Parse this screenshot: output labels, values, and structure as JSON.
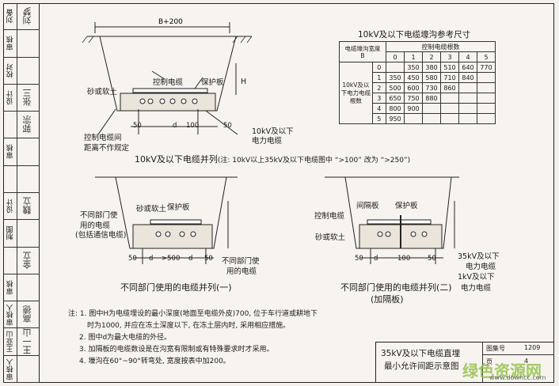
{
  "sidebar": [
    {
      "label": "刘备",
      "sign": "刘梦"
    },
    {
      "label": "审核",
      "sign": ""
    },
    {
      "label": "校对",
      "sign": ""
    },
    {
      "label": "设计",
      "sign": "张三"
    },
    {
      "label": "",
      "sign": "郭宗"
    },
    {
      "label": "审核",
      "sign": ""
    },
    {
      "label": "",
      "sign": ""
    },
    {
      "label": "设计",
      "sign": "魏立"
    },
    {
      "label": "制图",
      "sign": ""
    },
    {
      "label": "",
      "sign": "金立"
    },
    {
      "label": "审核",
      "sign": ""
    },
    {
      "label": "审核人",
      "sign": "高德"
    },
    {
      "label": "王亚山",
      "sign": "王一山"
    },
    {
      "label": "审核人",
      "sign": ""
    }
  ],
  "diagram1": {
    "top_dim": "B+200",
    "label_sand": "砂或软土",
    "label_control": "控制电缆",
    "label_protect": "保护板",
    "label_h": "H",
    "label_cable_1": "10kV及以下",
    "label_cable_2": "电力电缆",
    "label_spacing_1": "控制电缆间",
    "label_spacing_2": "距离不作规定",
    "dim_50": "50",
    "dim_d": "d",
    "dim_100": "100",
    "caption": "10kV及以下电缆并列",
    "caption_note": "(注: 10kV以上35kV及以下电缆图中 “>100” 改为 “>250”)"
  },
  "table": {
    "title": "10kV及以下电缆壕沟参考尺寸",
    "col_header_1": "电缆壕沟宽度",
    "col_header_2": "B",
    "group_header": "控制电缆根数",
    "row_group_label": "10kV及以下电力电缆根数",
    "col_keys": [
      "0",
      "1",
      "2",
      "3",
      "4",
      "5"
    ],
    "rows": [
      {
        "k": "0",
        "v": [
          "",
          "350",
          "380",
          "510",
          "640",
          "770"
        ]
      },
      {
        "k": "1",
        "v": [
          "350",
          "450",
          "580",
          "710",
          "840",
          ""
        ]
      },
      {
        "k": "2",
        "v": [
          "500",
          "600",
          "730",
          "860",
          "",
          ""
        ]
      },
      {
        "k": "3",
        "v": [
          "650",
          "750",
          "880",
          "",
          "",
          ""
        ]
      },
      {
        "k": "4",
        "v": [
          "800",
          "900",
          "",
          "",
          "",
          ""
        ]
      },
      {
        "k": "5",
        "v": [
          "950",
          "",
          "",
          "",
          "",
          ""
        ]
      }
    ]
  },
  "diagram2": {
    "label_sand": "砂或软土",
    "label_protect": "保护板",
    "label_other_1": "不同部门使",
    "label_other_2": "用的电缆",
    "label_other_3": "(包括通信电缆)",
    "label_other_b1": "不同部门使",
    "label_other_b2": "用的电缆",
    "dim_500": ">500",
    "dim_50": "50",
    "dim_d": "d",
    "caption": "不同部门使用的电缆并列(一)"
  },
  "diagram3": {
    "label_partition": "间隔板",
    "label_protect": "保护板",
    "label_control": "控制电缆",
    "label_sand": "砂或软土",
    "label_35": "35kV及以下",
    "label_35b": "电力电缆",
    "label_1": "1kV及以下",
    "label_1b": "电力电缆",
    "dim_50": "50",
    "dim_d": "d",
    "dim_100": "100",
    "caption": "不同部门使用的电缆并列(二)",
    "caption2": "(加隔板)"
  },
  "notes": [
    "注: 1. 图中H为电缆埋设的最小深度(地面至电缆外皮)700, 位于车行道或耕地下",
    "时为1000, 并应在冻土深度以下, 在冻土层内时, 采用相应措施。",
    "2. 图中d为最大电缆的外径。",
    "3. 加隔板的电缆数设是在沟宽有限制或有特殊要求时才采用。",
    "4. 壕沟在60°~90°转弯处, 宽度按表中加200。"
  ],
  "titleblock": {
    "title_1": "35kV及以下电缆直埋",
    "title_2": "最小允许间距示意图",
    "fig_no_label": "图集号",
    "fig_no": "1209",
    "page_label": "页",
    "page": "4"
  },
  "watermark": {
    "text": "绿色资源网",
    "url": "www.downcc.com"
  }
}
